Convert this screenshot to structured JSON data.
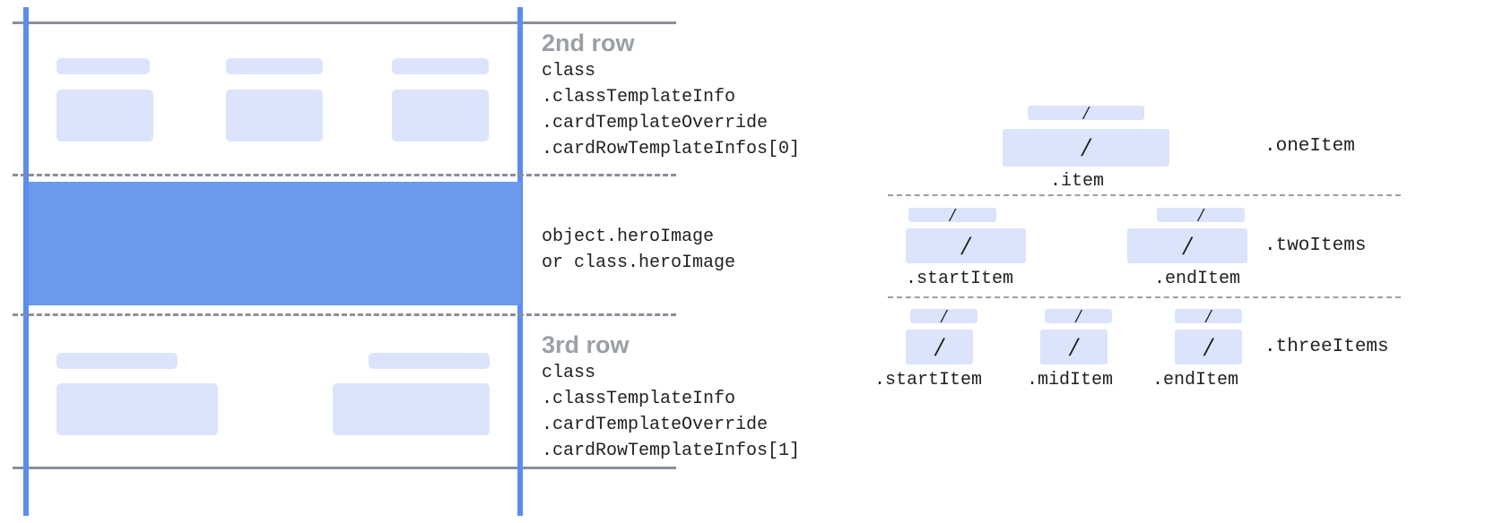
{
  "card": {
    "rows": [
      {
        "title": "2nd row",
        "code": "class\n.classTemplateInfo\n.cardTemplateOverride\n.cardRowTemplateInfos[0]"
      },
      {
        "title": "",
        "code": "object.heroImage\nor class.heroImage"
      },
      {
        "title": "3rd row",
        "code": "class\n.classTemplateInfo\n.cardTemplateOverride\n.cardRowTemplateInfos[1]"
      }
    ],
    "colors": {
      "rail": "#5b8def",
      "rule": "#8a8f98",
      "chip": "#dbe4fb",
      "hero": "#6b9aed",
      "title": "#9aa0a6",
      "code": "#202124"
    }
  },
  "items": {
    "glyph": "/",
    "groups": [
      {
        "name": ".oneItem",
        "cells": [
          {
            "label": ".item"
          }
        ]
      },
      {
        "name": ".twoItems",
        "cells": [
          {
            "label": ".startItem"
          },
          {
            "label": ".endItem"
          }
        ]
      },
      {
        "name": ".threeItems",
        "cells": [
          {
            "label": ".startItem"
          },
          {
            "label": ".midItem"
          },
          {
            "label": ".endItem"
          }
        ]
      }
    ]
  }
}
